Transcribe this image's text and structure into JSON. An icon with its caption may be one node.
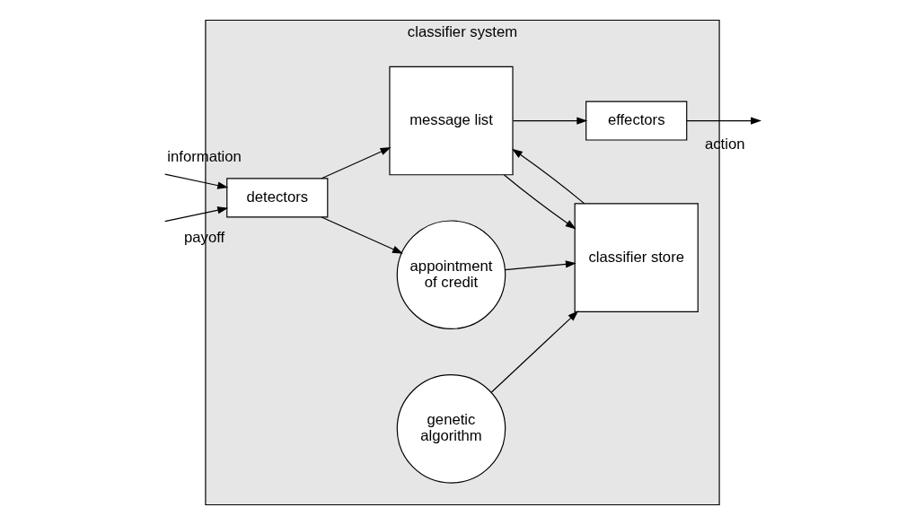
{
  "diagram": {
    "nodes": [
      {
        "text": [
          "classifier system"
        ]
      },
      {
        "text": [
          "detectors"
        ],
        "in": 0
      },
      {
        "text": [
          "message list"
        ],
        "in": 0
      },
      {
        "text": [
          "effectors"
        ],
        "in": 0
      },
      {
        "text": [
          "appointment of credit"
        ],
        "in": 0
      },
      {
        "text": [
          "classifier store"
        ],
        "in": 0
      },
      {
        "text": [
          "genetic algorithm"
        ],
        "in": 0
      }
    ],
    "edges": [
      {
        "from": null,
        "to": 1,
        "arrow": "to",
        "label": "information"
      },
      {
        "from": null,
        "to": 1,
        "arrow": "to",
        "label": "payoff"
      },
      {
        "from": 1,
        "to": 2,
        "arrow": "to"
      },
      {
        "from": 2,
        "to": 3,
        "arrow": "to"
      },
      {
        "from": 3,
        "to": null,
        "arrow": "to",
        "label": "action"
      },
      {
        "from": 1,
        "to": 4,
        "arrow": "to"
      },
      {
        "from": 2,
        "to": 5,
        "arrow": "to"
      },
      {
        "from": 5,
        "to": 2,
        "arrow": "to"
      },
      {
        "from": 4,
        "to": 5,
        "arrow": "to"
      },
      {
        "from": 6,
        "to": 5,
        "arrow": "to"
      }
    ]
  }
}
